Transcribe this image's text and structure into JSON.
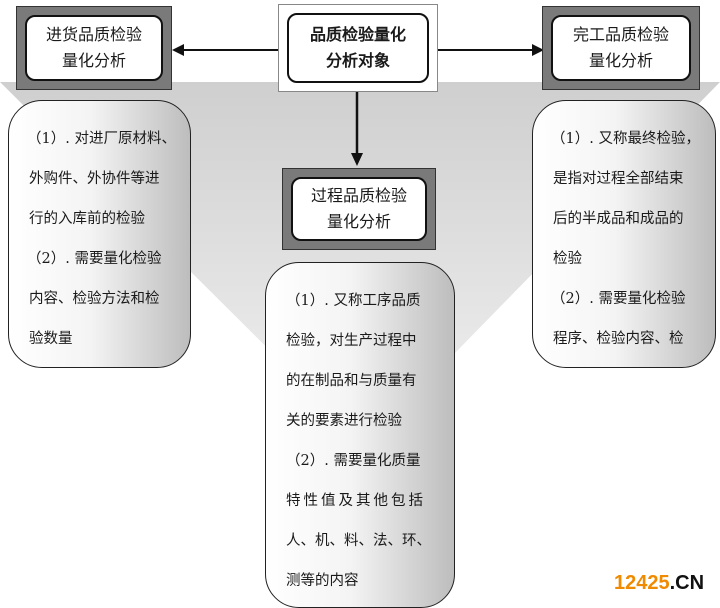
{
  "center": {
    "title_lines": [
      "品质检验量化",
      "分析对象"
    ]
  },
  "left": {
    "title_lines": [
      "进货品质检验",
      "量化分析"
    ],
    "lines": [
      "（1）. 对进厂原材料、",
      "外购件、外协件等进",
      "行的入库前的检验",
      "（2）. 需要量化检验",
      "内容、检验方法和检",
      "验数量"
    ]
  },
  "middle": {
    "title_lines": [
      "过程品质检验",
      "量化分析"
    ],
    "lines": [
      "（1）. 又称工序品质",
      "检验，对生产过程中",
      "的在制品和与质量有",
      "关的要素进行检验",
      "（2）. 需要量化质量",
      "特性值及其他包括",
      "人、机、料、法、环、",
      "测等的内容"
    ]
  },
  "right": {
    "title_lines": [
      "完工品质检验",
      "量化分析"
    ],
    "lines": [
      "（1）. 又称最终检验，",
      "是指对过程全部结束",
      "后的半成品和成品的",
      "检验",
      "（2）. 需要量化检验",
      "程序、检验内容、检"
    ]
  },
  "watermark": {
    "number": "12425",
    "suffix": ".CN",
    "number_color": "#f08a00",
    "suffix_color": "#111111"
  }
}
